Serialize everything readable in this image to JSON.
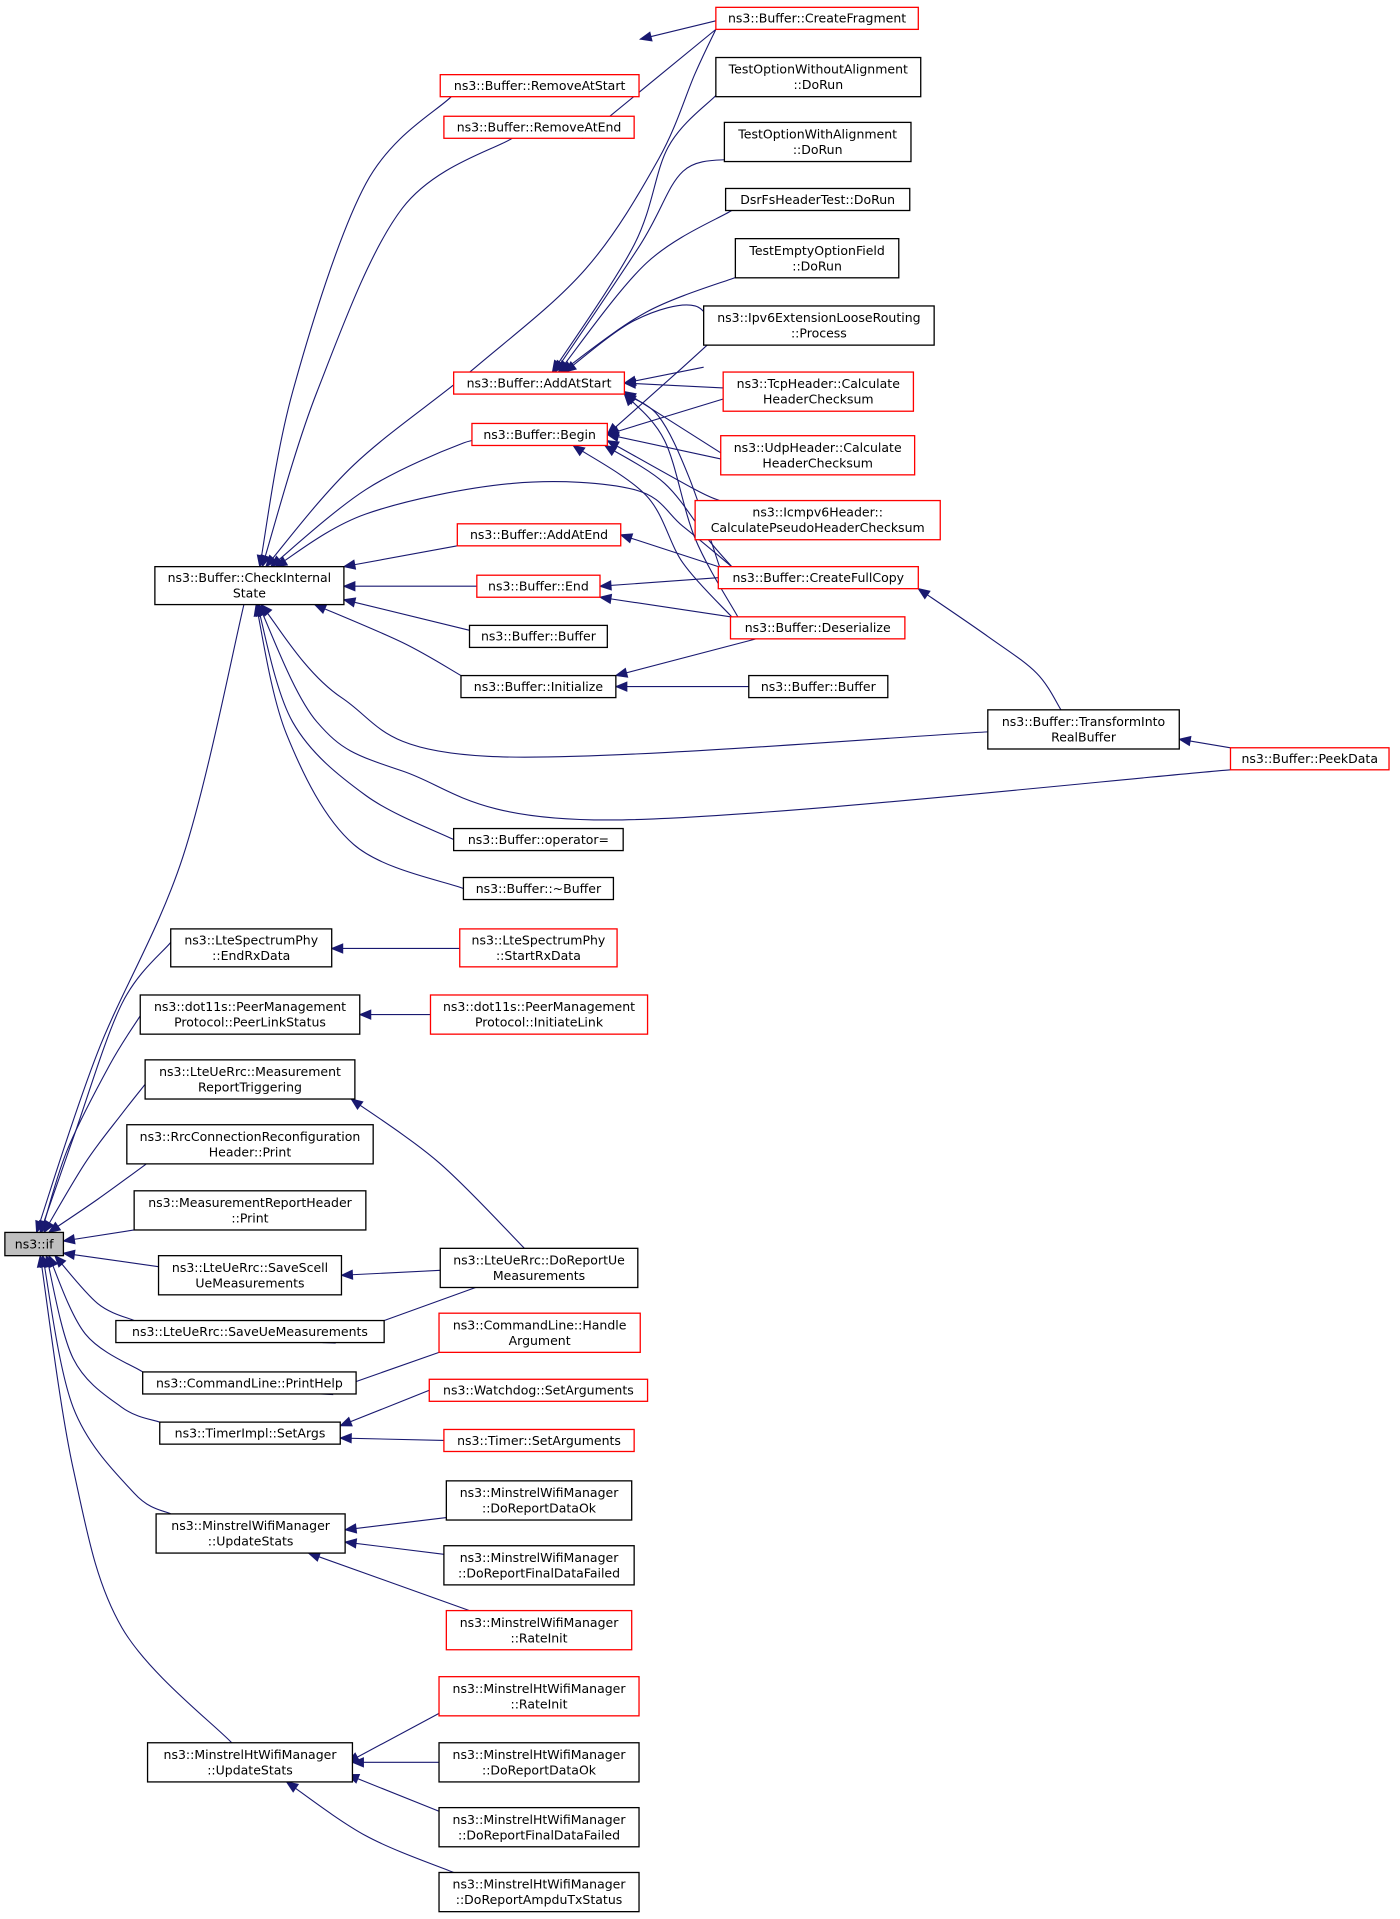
{
  "colors": {
    "edge": "#191970",
    "highlight_border": "#ff0000",
    "normal_border": "#000000",
    "root_fill": "#bfbfbf"
  },
  "nodes": [
    {
      "id": "root",
      "lines": [
        "ns3::if"
      ]
    },
    {
      "id": "checkinternal",
      "lines": [
        "ns3::Buffer::CheckInternal",
        "State"
      ]
    },
    {
      "id": "removeatstart",
      "lines": [
        "ns3::Buffer::RemoveAtStart"
      ]
    },
    {
      "id": "removeatend",
      "lines": [
        "ns3::Buffer::RemoveAtEnd"
      ]
    },
    {
      "id": "addatstart",
      "lines": [
        "ns3::Buffer::AddAtStart"
      ]
    },
    {
      "id": "begin",
      "lines": [
        "ns3::Buffer::Begin"
      ]
    },
    {
      "id": "addatend",
      "lines": [
        "ns3::Buffer::AddAtEnd"
      ]
    },
    {
      "id": "end",
      "lines": [
        "ns3::Buffer::End"
      ]
    },
    {
      "id": "buffer1",
      "lines": [
        "ns3::Buffer::Buffer"
      ]
    },
    {
      "id": "initialize",
      "lines": [
        "ns3::Buffer::Initialize"
      ]
    },
    {
      "id": "buffer2",
      "lines": [
        "ns3::Buffer::Buffer"
      ]
    },
    {
      "id": "operatoreq",
      "lines": [
        "ns3::Buffer::operator="
      ]
    },
    {
      "id": "dtor",
      "lines": [
        "ns3::Buffer::~Buffer"
      ]
    },
    {
      "id": "createfragment",
      "lines": [
        "ns3::Buffer::CreateFragment"
      ]
    },
    {
      "id": "testwithout",
      "lines": [
        "TestOptionWithoutAlignment",
        "::DoRun"
      ]
    },
    {
      "id": "testwith",
      "lines": [
        "TestOptionWithAlignment",
        "::DoRun"
      ]
    },
    {
      "id": "dsrfs",
      "lines": [
        "DsrFsHeaderTest::DoRun"
      ]
    },
    {
      "id": "testempty",
      "lines": [
        "TestEmptyOptionField",
        "::DoRun"
      ]
    },
    {
      "id": "ipv6loose",
      "lines": [
        "ns3::Ipv6ExtensionLooseRouting",
        "::Process"
      ]
    },
    {
      "id": "tcpcalc",
      "lines": [
        "ns3::TcpHeader::Calculate",
        "HeaderChecksum"
      ]
    },
    {
      "id": "udpcalc",
      "lines": [
        "ns3::UdpHeader::Calculate",
        "HeaderChecksum"
      ]
    },
    {
      "id": "icmpv6",
      "lines": [
        "ns3::Icmpv6Header::",
        "CalculatePseudoHeaderChecksum"
      ]
    },
    {
      "id": "createfullcopy",
      "lines": [
        "ns3::Buffer::CreateFullCopy"
      ]
    },
    {
      "id": "deserialize",
      "lines": [
        "ns3::Buffer::Deserialize"
      ]
    },
    {
      "id": "transform",
      "lines": [
        "ns3::Buffer::TransformInto",
        "RealBuffer"
      ]
    },
    {
      "id": "peekdata",
      "lines": [
        "ns3::Buffer::PeekData"
      ]
    },
    {
      "id": "ltespecend",
      "lines": [
        "ns3::LteSpectrumPhy",
        "::EndRxData"
      ]
    },
    {
      "id": "ltespecstart",
      "lines": [
        "ns3::LteSpectrumPhy",
        "::StartRxData"
      ]
    },
    {
      "id": "peerlinkstatus",
      "lines": [
        "ns3::dot11s::PeerManagement",
        "Protocol::PeerLinkStatus"
      ]
    },
    {
      "id": "initiatelink",
      "lines": [
        "ns3::dot11s::PeerManagement",
        "Protocol::InitiateLink"
      ]
    },
    {
      "id": "measrep",
      "lines": [
        "ns3::LteUeRrc::Measurement",
        "ReportTriggering"
      ]
    },
    {
      "id": "rrcprint",
      "lines": [
        "ns3::RrcConnectionReconfiguration",
        "Header::Print"
      ]
    },
    {
      "id": "measprint",
      "lines": [
        "ns3::MeasurementReportHeader",
        "::Print"
      ]
    },
    {
      "id": "savescell",
      "lines": [
        "ns3::LteUeRrc::SaveScell",
        "UeMeasurements"
      ]
    },
    {
      "id": "doreportue",
      "lines": [
        "ns3::LteUeRrc::DoReportUe",
        "Measurements"
      ]
    },
    {
      "id": "saveue",
      "lines": [
        "ns3::LteUeRrc::SaveUeMeasurements"
      ]
    },
    {
      "id": "handlearg",
      "lines": [
        "ns3::CommandLine::Handle",
        "Argument"
      ]
    },
    {
      "id": "printhelp",
      "lines": [
        "ns3::CommandLine::PrintHelp"
      ]
    },
    {
      "id": "watchdog",
      "lines": [
        "ns3::Watchdog::SetArguments"
      ]
    },
    {
      "id": "setargs",
      "lines": [
        "ns3::TimerImpl::SetArgs"
      ]
    },
    {
      "id": "timersetargs",
      "lines": [
        "ns3::Timer::SetArguments"
      ]
    },
    {
      "id": "mdoreportok",
      "lines": [
        "ns3::MinstrelWifiManager",
        "::DoReportDataOk"
      ]
    },
    {
      "id": "mupdate",
      "lines": [
        "ns3::MinstrelWifiManager",
        "::UpdateStats"
      ]
    },
    {
      "id": "mfinalfailed",
      "lines": [
        "ns3::MinstrelWifiManager",
        "::DoReportFinalDataFailed"
      ]
    },
    {
      "id": "mrateinit",
      "lines": [
        "ns3::MinstrelWifiManager",
        "::RateInit"
      ]
    },
    {
      "id": "htrateinit",
      "lines": [
        "ns3::MinstrelHtWifiManager",
        "::RateInit"
      ]
    },
    {
      "id": "htupdate",
      "lines": [
        "ns3::MinstrelHtWifiManager",
        "::UpdateStats"
      ]
    },
    {
      "id": "htreportok",
      "lines": [
        "ns3::MinstrelHtWifiManager",
        "::DoReportDataOk"
      ]
    },
    {
      "id": "htfinalfailed",
      "lines": [
        "ns3::MinstrelHtWifiManager",
        "::DoReportFinalDataFailed"
      ]
    },
    {
      "id": "htampdu",
      "lines": [
        "ns3::MinstrelHtWifiManager",
        "::DoReportAmpduTxStatus"
      ]
    }
  ]
}
